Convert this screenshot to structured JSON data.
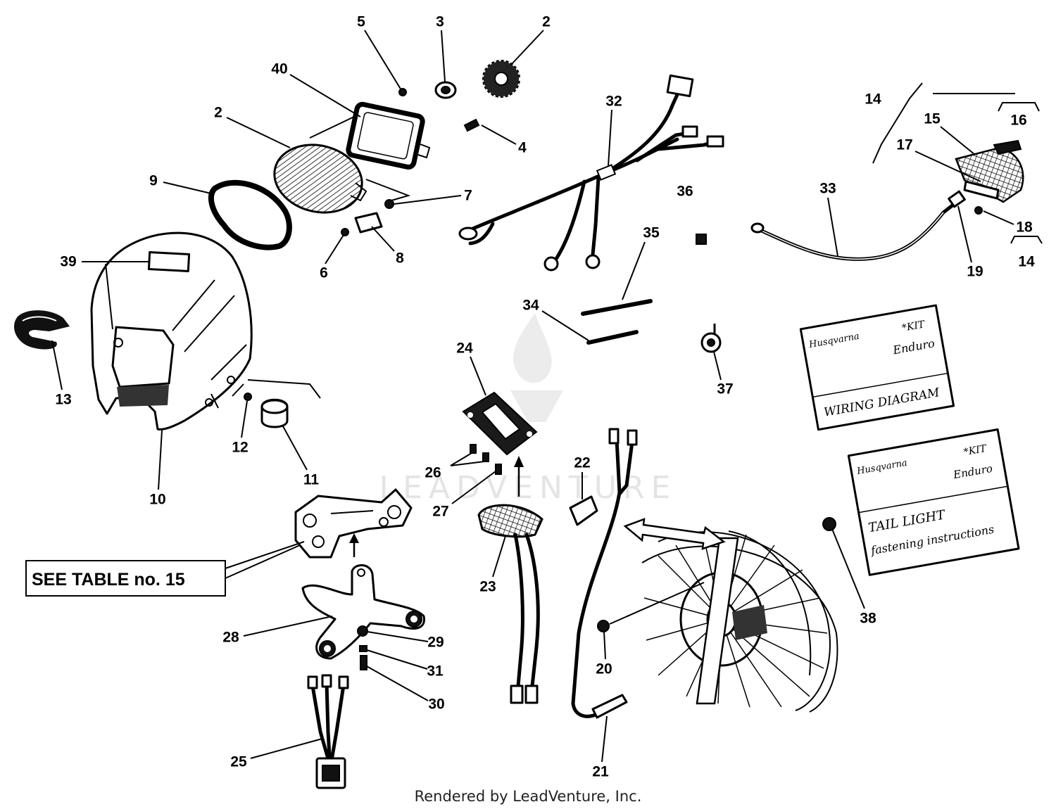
{
  "callouts": [
    "5",
    "3",
    "2",
    "40",
    "2",
    "4",
    "9",
    "7",
    "8",
    "6",
    "39",
    "13",
    "12",
    "11",
    "10",
    "32",
    "36",
    "35",
    "34",
    "37",
    "14",
    "15",
    "16",
    "17",
    "33",
    "18",
    "19",
    "14",
    "24",
    "26",
    "27",
    "22",
    "23",
    "28",
    "29",
    "31",
    "30",
    "25",
    "20",
    "21",
    "38"
  ],
  "reference_box": "SEE TABLE no. 15",
  "cards": [
    {
      "brand": "Husqvarna",
      "kit": "*KIT",
      "model": "Enduro",
      "title": "WIRING DIAGRAM"
    },
    {
      "brand": "Husqvarna",
      "kit": "*KIT",
      "model": "Enduro",
      "title": "TAIL LIGHT",
      "subtitle": "fastening instructions"
    }
  ],
  "watermark": "LEADVENTURE",
  "footer": "Rendered by LeadVenture, Inc.",
  "colors": {
    "ink": "#000000",
    "paper": "#ffffff",
    "watermark": "#e4e4e4"
  }
}
